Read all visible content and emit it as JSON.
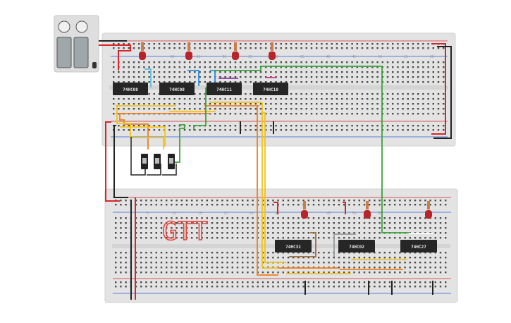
{
  "chips_top": [
    {
      "label": "74HC08"
    },
    {
      "label": "74HC08"
    },
    {
      "label": "74HC11"
    },
    {
      "label": "74HC10"
    }
  ],
  "chips_bottom": [
    {
      "label": "74HC32"
    },
    {
      "label": "74HC02"
    },
    {
      "label": "74HC27"
    }
  ],
  "board_top_numbers": [
    "10",
    "15",
    "20",
    "25",
    "30",
    "35",
    "40",
    "45",
    "50",
    "55",
    "60"
  ],
  "board_bottom_numbers": [
    "5",
    "10",
    "15",
    "20",
    "25",
    "30",
    "40",
    "45",
    "50",
    "55"
  ],
  "handwriting": "GTT",
  "colors": {
    "board": "#e3e3e3",
    "rail_red": "#d7262b",
    "rail_black": "#222222",
    "wire_yellow": "#f2c318",
    "wire_orange": "#ef7f1a",
    "wire_green": "#3aa33a",
    "wire_blue": "#2a8ee0",
    "chip": "#262626"
  }
}
